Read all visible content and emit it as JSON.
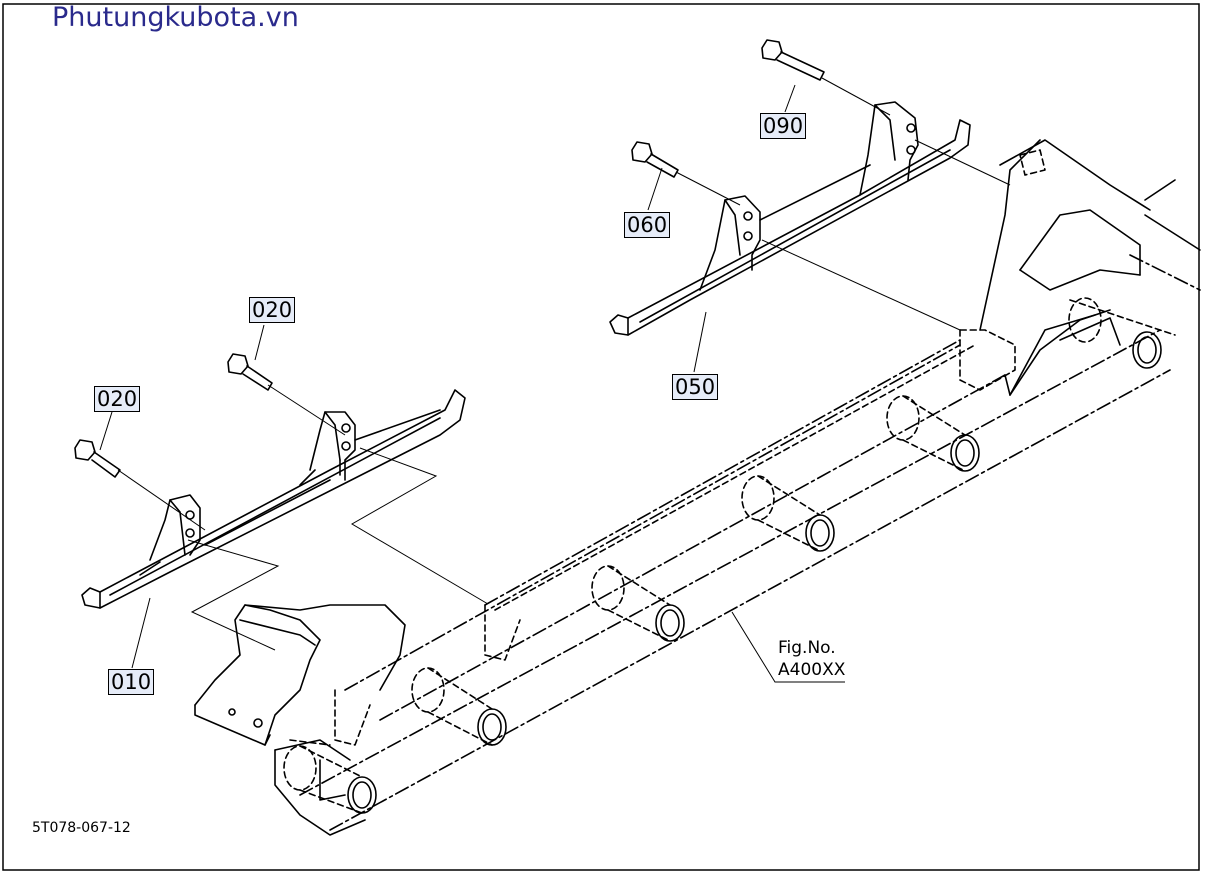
{
  "watermark": "Phutungkubota.vn",
  "callouts": {
    "c010": "010",
    "c020a": "020",
    "c020b": "020",
    "c050": "050",
    "c060": "060",
    "c090": "090"
  },
  "figure_ref": {
    "line1": "Fig.No.",
    "line2": "A400XX"
  },
  "drawing_number": "5T078-067-12"
}
